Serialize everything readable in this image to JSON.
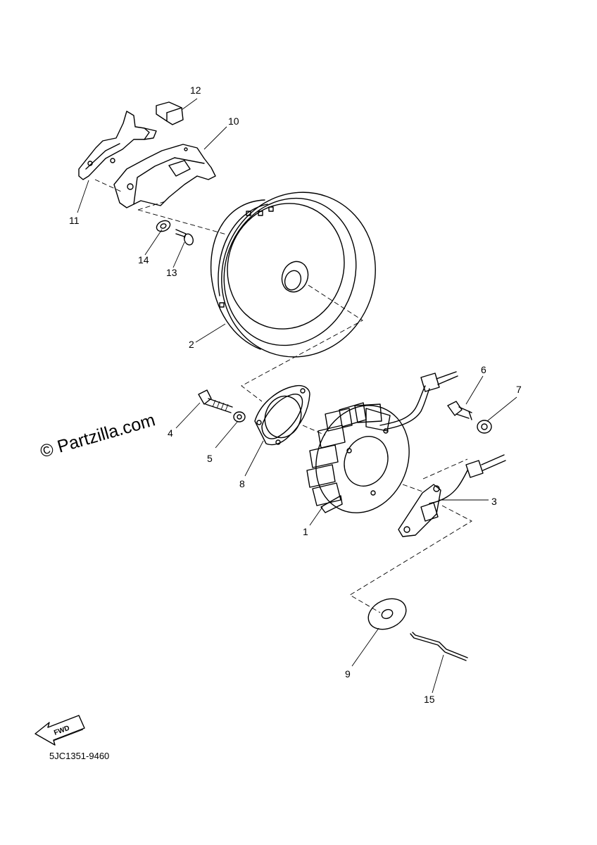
{
  "diagram": {
    "callouts": [
      {
        "id": "c1",
        "number": "1"
      },
      {
        "id": "c2",
        "number": "2"
      },
      {
        "id": "c3",
        "number": "3"
      },
      {
        "id": "c4",
        "number": "4"
      },
      {
        "id": "c5",
        "number": "5"
      },
      {
        "id": "c6",
        "number": "6"
      },
      {
        "id": "c7",
        "number": "7"
      },
      {
        "id": "c8",
        "number": "8"
      },
      {
        "id": "c9",
        "number": "9"
      },
      {
        "id": "c10",
        "number": "10"
      },
      {
        "id": "c11",
        "number": "11"
      },
      {
        "id": "c12",
        "number": "12"
      },
      {
        "id": "c13",
        "number": "13"
      },
      {
        "id": "c14",
        "number": "14"
      },
      {
        "id": "c15",
        "number": "15"
      }
    ],
    "watermark": "© Partzilla.com",
    "diagram_code": "5JC1351-9460",
    "fwd_label": "FWD"
  }
}
